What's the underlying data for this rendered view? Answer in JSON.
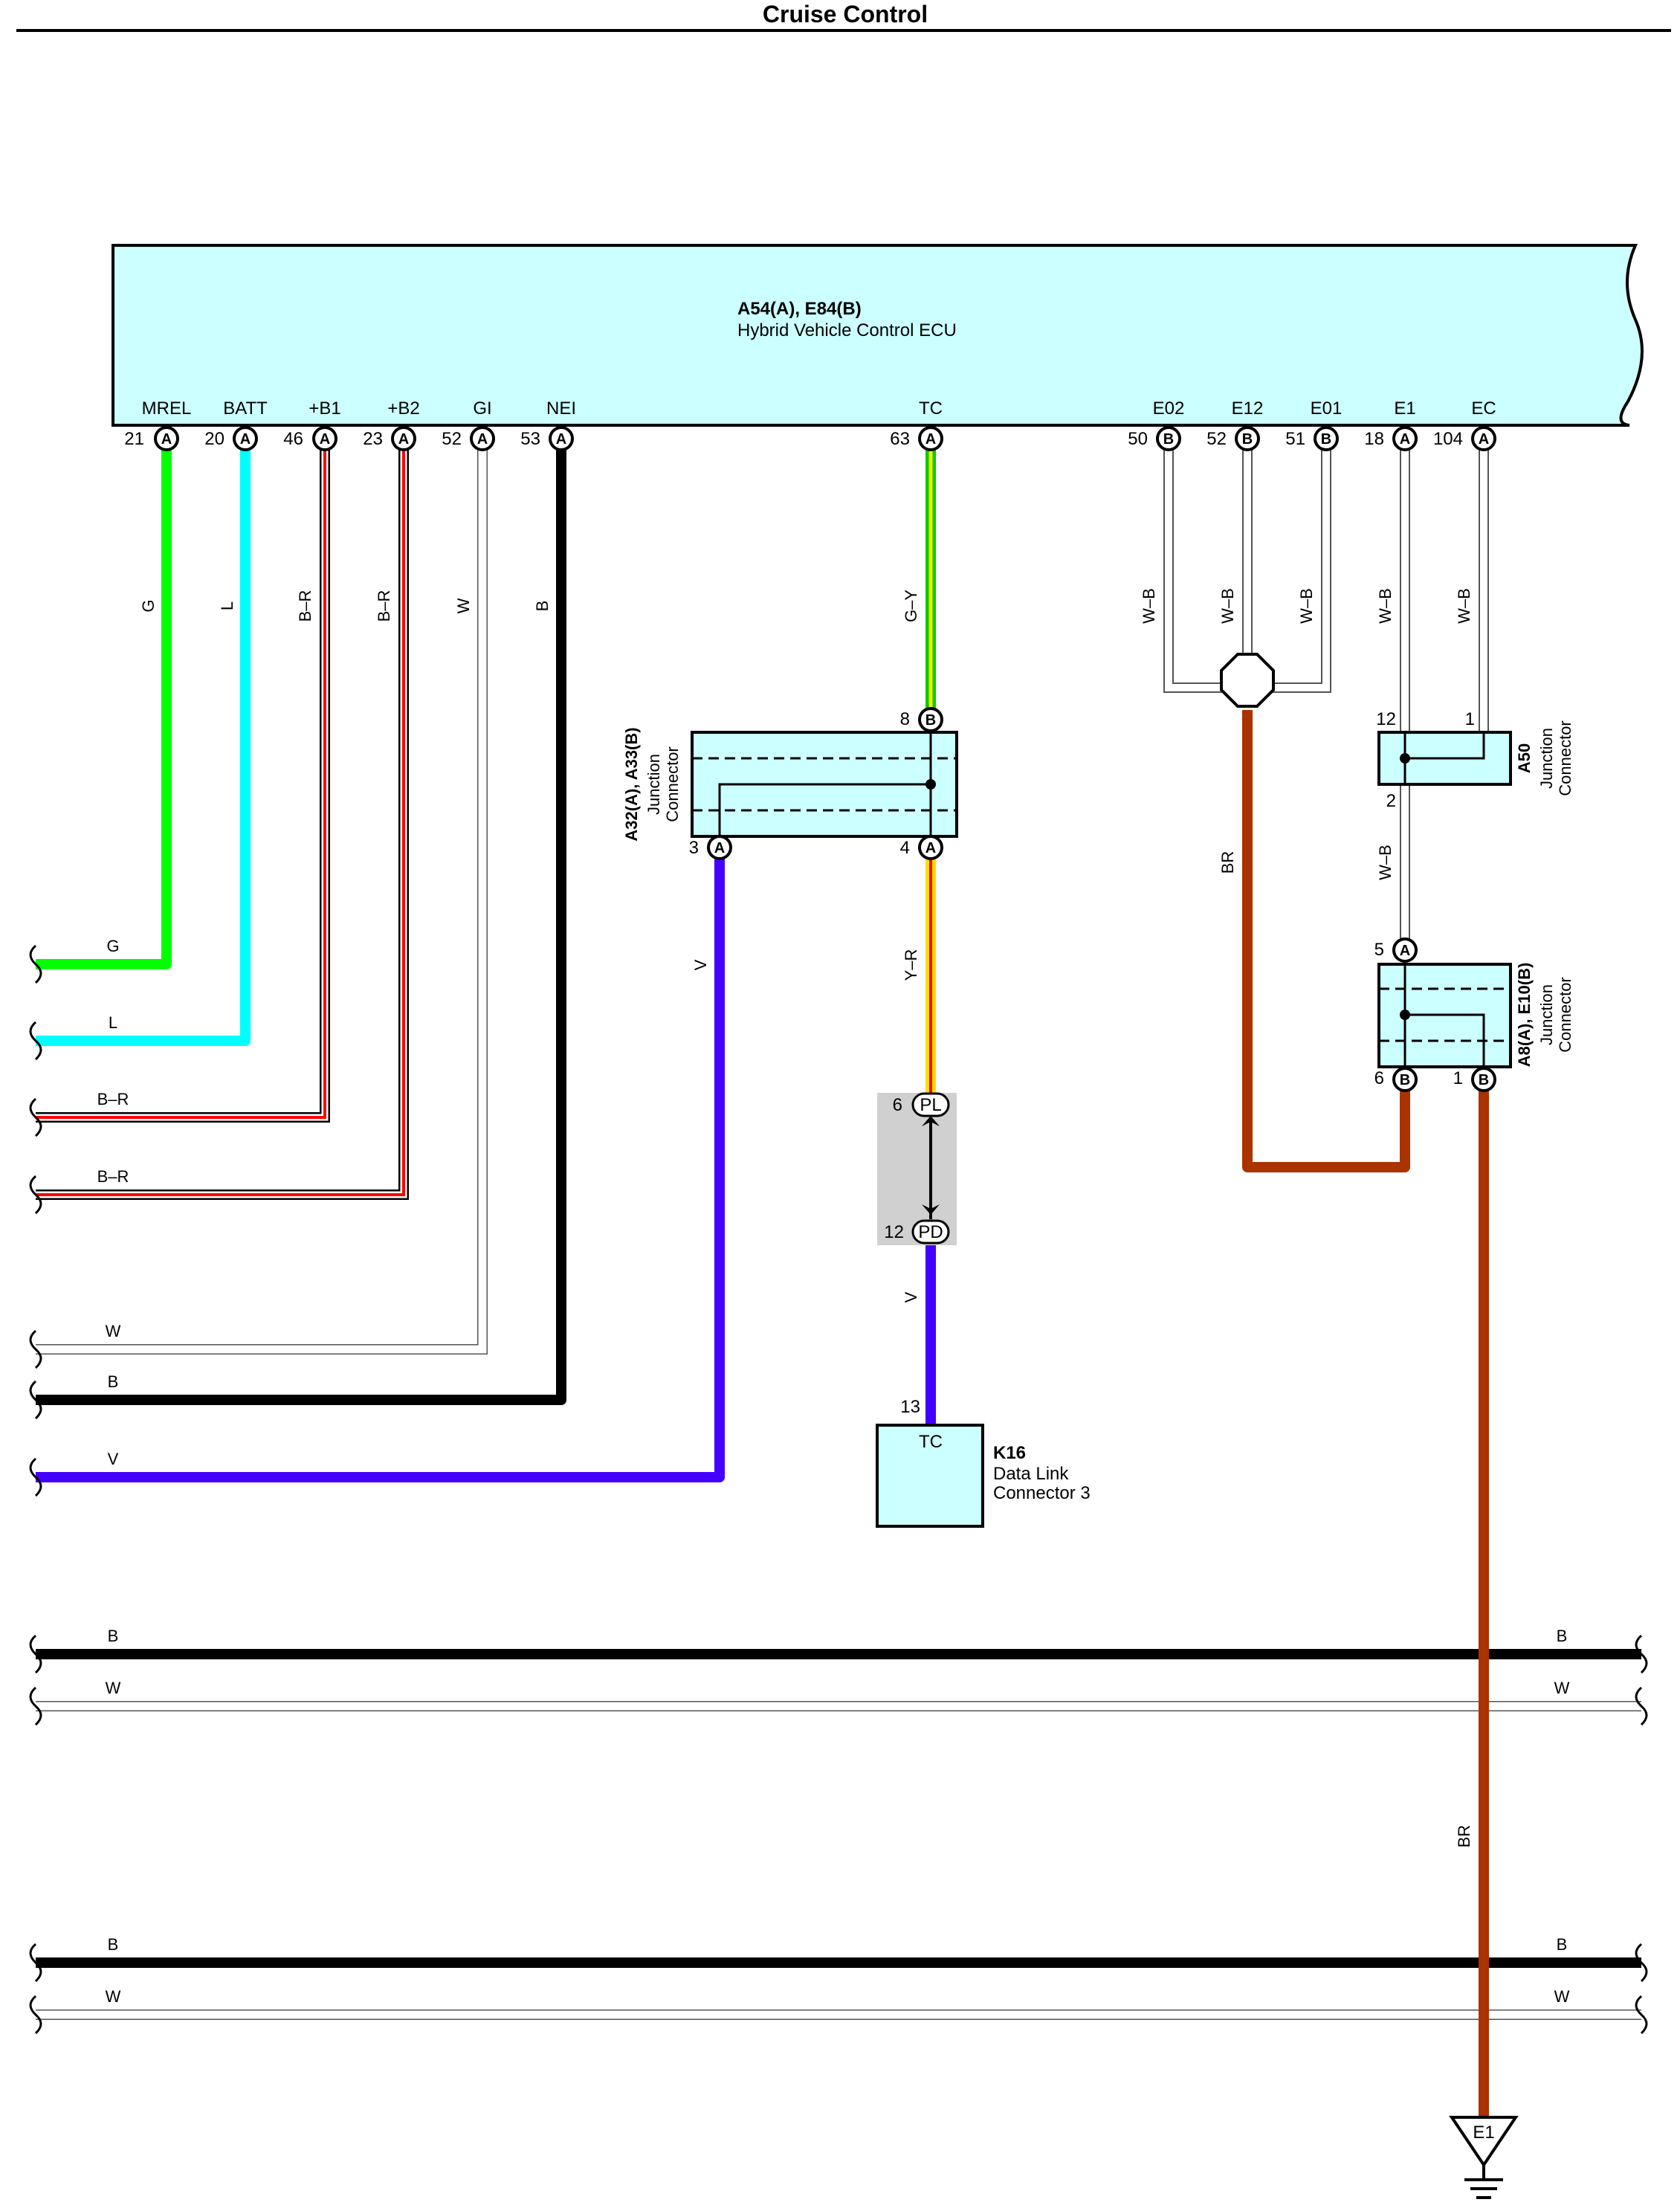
{
  "title": "Cruise Control",
  "ecu": {
    "codes": "A54(A), E84(B)",
    "name": "Hybrid Vehicle Control ECU",
    "pins": [
      {
        "name": "MREL",
        "num": "21",
        "conn": "A"
      },
      {
        "name": "BATT",
        "num": "20",
        "conn": "A"
      },
      {
        "name": "+B1",
        "num": "46",
        "conn": "A"
      },
      {
        "name": "+B2",
        "num": "23",
        "conn": "A"
      },
      {
        "name": "GI",
        "num": "52",
        "conn": "A"
      },
      {
        "name": "NEI",
        "num": "53",
        "conn": "A"
      },
      {
        "name": "TC",
        "num": "63",
        "conn": "A"
      },
      {
        "name": "E02",
        "num": "50",
        "conn": "B"
      },
      {
        "name": "E12",
        "num": "52",
        "conn": "B"
      },
      {
        "name": "E01",
        "num": "51",
        "conn": "B"
      },
      {
        "name": "E1",
        "num": "18",
        "conn": "A"
      },
      {
        "name": "EC",
        "num": "104",
        "conn": "A"
      }
    ]
  },
  "wire_colors": [
    "G",
    "L",
    "B–R",
    "B–R",
    "W",
    "B",
    "G–Y",
    "W–B",
    "W–B",
    "W–B",
    "W–B",
    "W–B"
  ],
  "left_wires": [
    "G",
    "L",
    "B–R",
    "B–R",
    "W",
    "B",
    "V"
  ],
  "j1": {
    "codes": "A32(A), A33(B)",
    "l1": "Junction",
    "l2": "Connector",
    "pin_in": {
      "num": "8",
      "conn": "B"
    },
    "pin_a": {
      "num": "3",
      "conn": "A"
    },
    "pin_b": {
      "num": "4",
      "conn": "A"
    },
    "wire_a": "V",
    "wire_b": "Y–R"
  },
  "dl": {
    "pl_num": "6",
    "pl": "PL",
    "pd_num": "12",
    "pd": "PD",
    "wire": "V"
  },
  "k16": {
    "pin": "13",
    "terminal": "TC",
    "code": "K16",
    "l1": "Data Link",
    "l2": "Connector 3"
  },
  "e_splice_wire": "BR",
  "a50": {
    "code": "A50",
    "l1": "Junction",
    "l2": "Connector",
    "pin12": "12",
    "pin1": "1",
    "pin2": "2",
    "wire": "W–B"
  },
  "a8": {
    "codes": "A8(A), E10(B)",
    "l1": "Junction",
    "l2": "Connector",
    "pin5": {
      "num": "5",
      "conn": "A"
    },
    "pin6": {
      "num": "6",
      "conn": "B"
    },
    "pin1": {
      "num": "1",
      "conn": "B"
    },
    "wire": "BR"
  },
  "buses": [
    {
      "left": "B",
      "right": "B"
    },
    {
      "left": "W",
      "right": "W"
    },
    {
      "left": "B",
      "right": "B"
    },
    {
      "left": "W",
      "right": "W"
    }
  ],
  "ground": "E1",
  "colors": {
    "box_fill": "#ccffff",
    "green": "#00ff00",
    "cyan": "#00ffff",
    "red": "#ff0000",
    "black": "#000000",
    "violet": "#4400ff",
    "yellow": "#ffdd00",
    "brown": "#aa3300",
    "gray_box": "#d0d0d0"
  }
}
